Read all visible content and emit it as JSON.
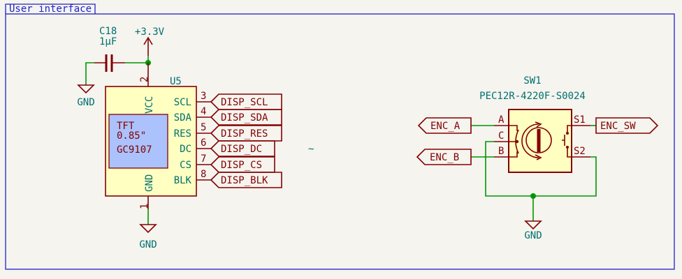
{
  "sheet": {
    "title": "User interface",
    "no_connect_mark": "~"
  },
  "capacitor": {
    "ref": "C18",
    "value": "1µF"
  },
  "power": {
    "supply": "+3.3V",
    "ground": "GND"
  },
  "display": {
    "ref": "U5",
    "body_text": [
      "TFT",
      "0.85\"",
      "GC9107"
    ],
    "power_pins": [
      {
        "name": "VCC",
        "number": "2"
      },
      {
        "name": "GND",
        "number": "1"
      }
    ],
    "signal_pins": [
      {
        "name": "SCL",
        "number": "3",
        "net": "DISP_SCL"
      },
      {
        "name": "SDA",
        "number": "4",
        "net": "DISP_SDA"
      },
      {
        "name": "RES",
        "number": "5",
        "net": "DISP_RES"
      },
      {
        "name": "DC",
        "number": "6",
        "net": "DISP_DC"
      },
      {
        "name": "CS",
        "number": "7",
        "net": "DISP_CS"
      },
      {
        "name": "BLK",
        "number": "8",
        "net": "DISP_BLK"
      }
    ]
  },
  "encoder": {
    "ref": "SW1",
    "value": "PEC12R-4220F-S0024",
    "pins": {
      "a": "A",
      "c": "C",
      "b": "B",
      "s1": "S1",
      "s2": "S2"
    },
    "nets": {
      "a": "ENC_A",
      "b": "ENC_B",
      "sw": "ENC_SW"
    }
  },
  "colors": {
    "wire": "#009600",
    "symbol": "#840000",
    "body_fill": "#ffffc2",
    "frame": "#2121c8",
    "text": "#00706e"
  }
}
